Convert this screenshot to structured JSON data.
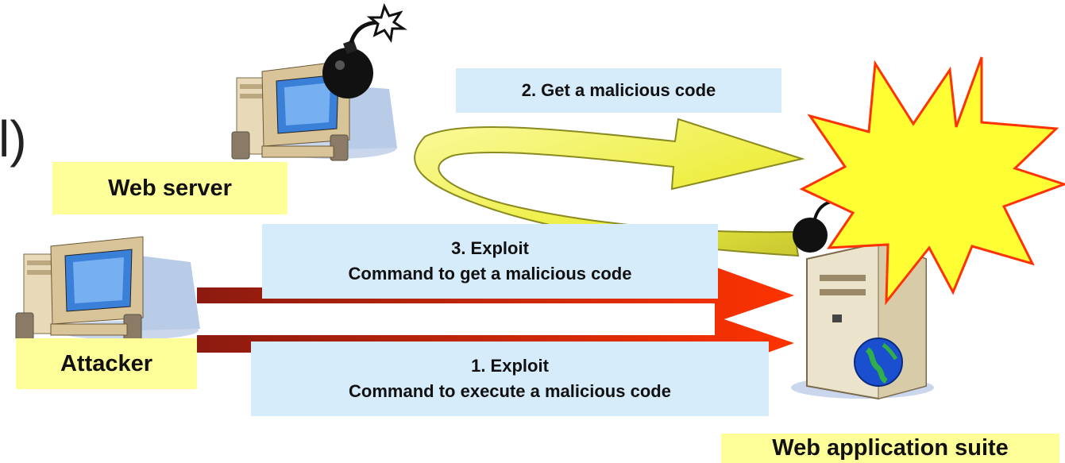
{
  "fragment": "l)",
  "nodes": {
    "web_server": "Web server",
    "attacker": "Attacker",
    "web_app_suite": "Web application suite"
  },
  "steps": {
    "step2": "2. Get a malicious code",
    "step3_line1": "3. Exploit",
    "step3_line2": "Command to get a malicious code",
    "step1_line1": "1. Exploit",
    "step1_line2": "Command to execute a malicious code"
  },
  "colors": {
    "label_yellow": "#ffff99",
    "label_blue": "#d6ecfa",
    "arrow_red": "#ff3300",
    "arrow_dark_red": "#8b1a10",
    "arrow_yellow": "#f2f25a",
    "explosion": "#ffff33",
    "explosion_outline": "#ff3300"
  },
  "icons": [
    "computer-icon",
    "bomb-icon",
    "server-icon",
    "globe-icon",
    "explosion-icon"
  ]
}
